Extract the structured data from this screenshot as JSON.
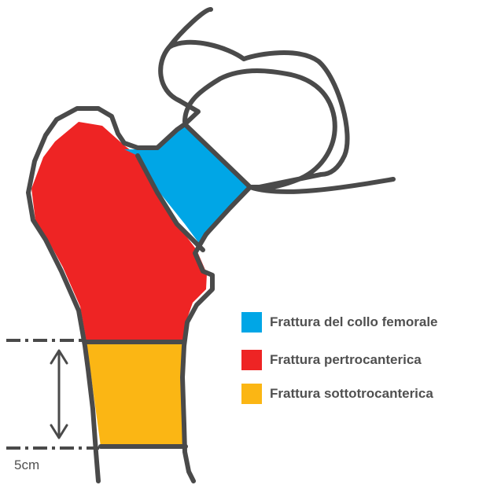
{
  "legend": [
    {
      "label": "Frattura del collo femorale",
      "color": "#00a6e6"
    },
    {
      "label": "Frattura pertrocanterica",
      "color": "#ee2424"
    },
    {
      "label": "Frattura sottotrocanterica",
      "color": "#fbb614"
    }
  ],
  "scale_label": "5cm",
  "outline_color": "#4a4a4a"
}
